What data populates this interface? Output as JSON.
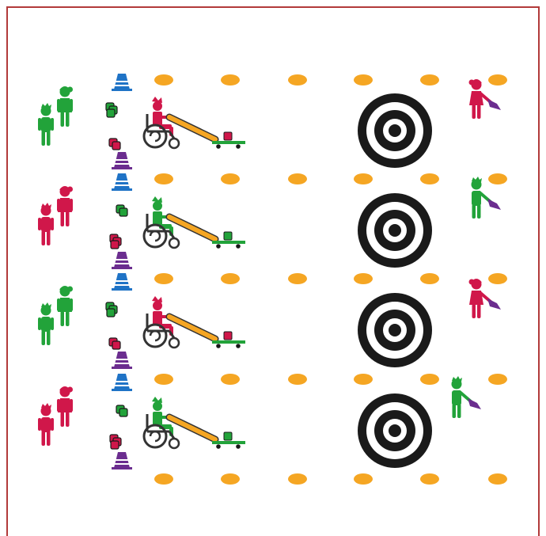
{
  "colors": {
    "border": "#b23a3a",
    "green": "#22a33a",
    "red": "#d0174a",
    "blue": "#1f73c6",
    "purple": "#6b2d8f",
    "orange": "#f5a623",
    "target": "#1a1a1a",
    "wheelchair": "#333333",
    "ramp_border": "#333333"
  },
  "lanes": [
    {
      "name": "lane-1",
      "athlete_color": "red",
      "teammates": [
        "green",
        "green"
      ],
      "retriever": "red",
      "ball_on_sled": "red"
    },
    {
      "name": "lane-2",
      "athlete_color": "green",
      "teammates": [
        "red",
        "red"
      ],
      "retriever": "green",
      "ball_on_sled": "green"
    },
    {
      "name": "lane-3",
      "athlete_color": "red",
      "teammates": [
        "green",
        "green"
      ],
      "retriever": "red",
      "ball_on_sled": "red"
    },
    {
      "name": "lane-4",
      "athlete_color": "green",
      "teammates": [
        "red",
        "red"
      ],
      "retriever": "green",
      "ball_on_sled": "green"
    }
  ],
  "icons": {
    "marker": "orange-spot-marker-icon",
    "cone_stack_top": "blue-cone-stack-icon",
    "cone_stack_bottom": "purple-cone-stack-icon",
    "beanbag": "beanbag-pile-icon",
    "target": "bullseye-target-icon",
    "athlete": "wheelchair-ramp-athlete-icon",
    "retriever": "retriever-with-scoop-icon",
    "teammate_boy": "standing-boy-icon",
    "teammate_girl": "standing-girl-icon"
  }
}
